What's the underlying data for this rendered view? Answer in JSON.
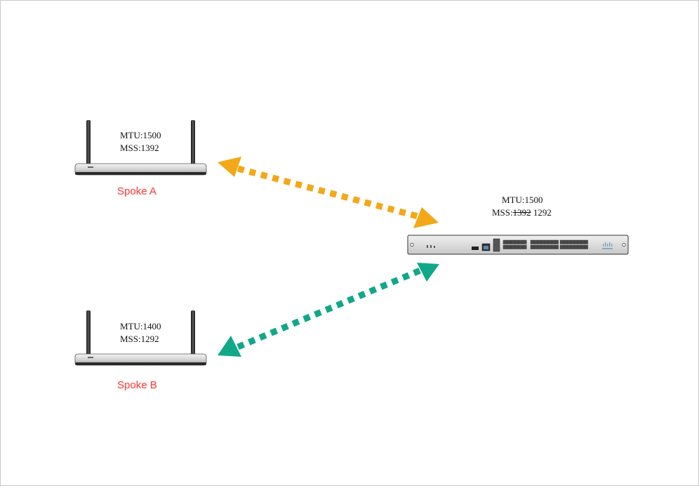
{
  "colors": {
    "spoke_label": "#f04848",
    "link_a": "#f2a818",
    "link_b": "#10a888",
    "device_body": "#d6d6d6",
    "device_dark": "#2a2a2a"
  },
  "spoke_a": {
    "name": "Spoke A",
    "mtu": "MTU:1500",
    "mss": "MSS:1392",
    "icon": "wireless-router-icon"
  },
  "spoke_b": {
    "name": "Spoke B",
    "mtu": "MTU:1400",
    "mss": "MSS:1292",
    "icon": "wireless-router-icon"
  },
  "hub": {
    "mtu": "MTU:1500",
    "mss_prefix": "MSS:",
    "mss_old": "1392",
    "mss_new": "1292",
    "icon": "rack-appliance-icon"
  },
  "links": [
    {
      "from": "spoke_a",
      "to": "hub",
      "style": "dotted",
      "arrows": "both",
      "color_key": "link_a"
    },
    {
      "from": "spoke_b",
      "to": "hub",
      "style": "dotted",
      "arrows": "both",
      "color_key": "link_b"
    }
  ]
}
